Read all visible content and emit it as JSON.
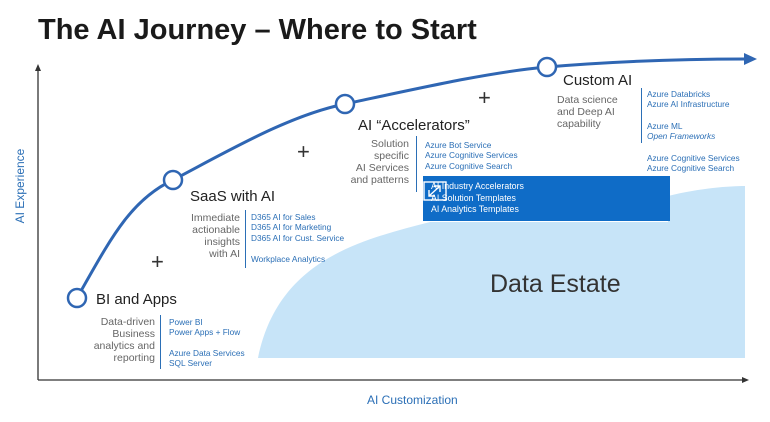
{
  "title": "The AI Journey – Where to Start",
  "axes": {
    "y_label": "AI Experience",
    "x_label": "AI Customization"
  },
  "stages": [
    {
      "title": "BI and Apps",
      "description": "Data-driven\nBusiness\nanalytics and\nreporting"
    },
    {
      "title": "SaaS with AI",
      "description": "Immediate\nactionable\ninsights\nwith AI"
    },
    {
      "title": "AI “Accelerators”",
      "description": "Solution\nspecific\nAI Services\nand patterns"
    },
    {
      "title": "Custom AI",
      "description": "Data science\nand Deep AI\ncapability"
    }
  ],
  "services": {
    "bi_1": "Power BI\nPower Apps + Flow",
    "bi_2": "Azure Data Services\nSQL Server",
    "saas_1": "D365 AI for Sales\nD365 AI for Marketing\nD365 AI for Cust. Service",
    "saas_2": "Workplace Analytics",
    "accel_1": "Azure Bot Service\nAzure Cognitive Services\nAzure Cognitive Search",
    "custom_1": "Azure Databricks\nAzure AI Infrastructure",
    "custom_2a": "Azure ML",
    "custom_2b": "Open Frameworks",
    "custom_3": "Azure Cognitive Services\nAzure Cognitive Search"
  },
  "accelerators_box": {
    "text": "AI Industry Accelerators\nAI Solution Templates\nAI Analytics Templates",
    "icon": "expand-icon"
  },
  "data_estate": "Data Estate",
  "plus_symbol": "+",
  "colors": {
    "accent": "#2b6fb6",
    "curve": "#2f66b3",
    "box": "#0f6cc7",
    "estate_fill": "#c7e4f8",
    "axis": "#333333"
  }
}
